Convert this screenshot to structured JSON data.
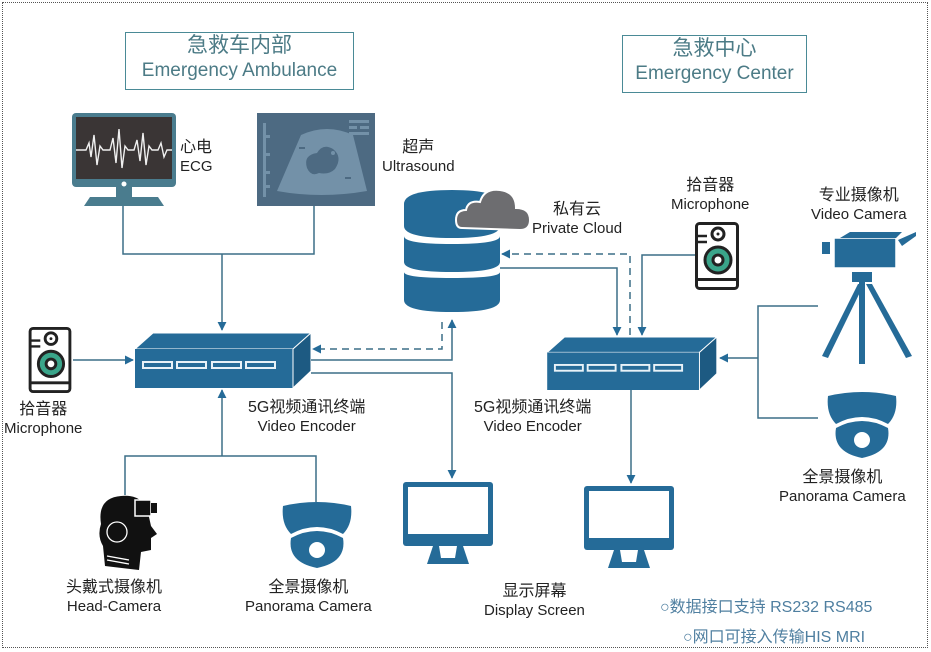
{
  "colors": {
    "primary": "#256b98",
    "line": "#3c6f87",
    "title": "#4c7b86",
    "ecg_frame": "#4a7c8e",
    "ecg_screen": "#3a3535",
    "ultrasound": "#4d6a82",
    "ultrasound_light": "#7391a8",
    "speaker_ring": "#3aa58a",
    "note": "#4f7fa0"
  },
  "sections": {
    "ambulance": {
      "cn": "急救车内部",
      "en": "Emergency Ambulance"
    },
    "center": {
      "cn": "急救中心",
      "en": "Emergency Center"
    }
  },
  "devices": {
    "ecg": {
      "cn": "心电",
      "en": "ECG",
      "icon": "ecg-monitor-icon"
    },
    "ultrasound": {
      "cn": "超声",
      "en": "Ultrasound",
      "icon": "ultrasound-icon"
    },
    "cloud": {
      "cn": "私有云",
      "en": "Private Cloud",
      "icon": "database-cloud-icon"
    },
    "mic_right": {
      "cn": "拾音器",
      "en": "Microphone",
      "icon": "speaker-icon"
    },
    "video_camera": {
      "cn": "专业摄像机",
      "en": "Video Camera",
      "icon": "tripod-camera-icon"
    },
    "mic_left": {
      "cn": "拾音器",
      "en": "Microphone",
      "icon": "speaker-icon"
    },
    "encoder_left": {
      "cn": "5G视频通讯终端",
      "en": "Video Encoder",
      "icon": "encoder-icon"
    },
    "encoder_right": {
      "cn": "5G视频通讯终端",
      "en": "Video Encoder",
      "icon": "encoder-icon"
    },
    "panorama_right": {
      "cn": "全景摄像机",
      "en": "Panorama Camera",
      "icon": "dome-camera-icon"
    },
    "head_camera": {
      "cn": "头戴式摄像机",
      "en": "Head-Camera",
      "icon": "head-camera-icon"
    },
    "panorama_left": {
      "cn": "全景摄像机",
      "en": "Panorama Camera",
      "icon": "dome-camera-icon"
    },
    "display": {
      "cn": "显示屏幕",
      "en": "Display Screen",
      "icon": "monitor-icon"
    }
  },
  "notes": [
    "○数据接口支持 RS232 RS485",
    "○网口可接入传输HIS MRI"
  ]
}
